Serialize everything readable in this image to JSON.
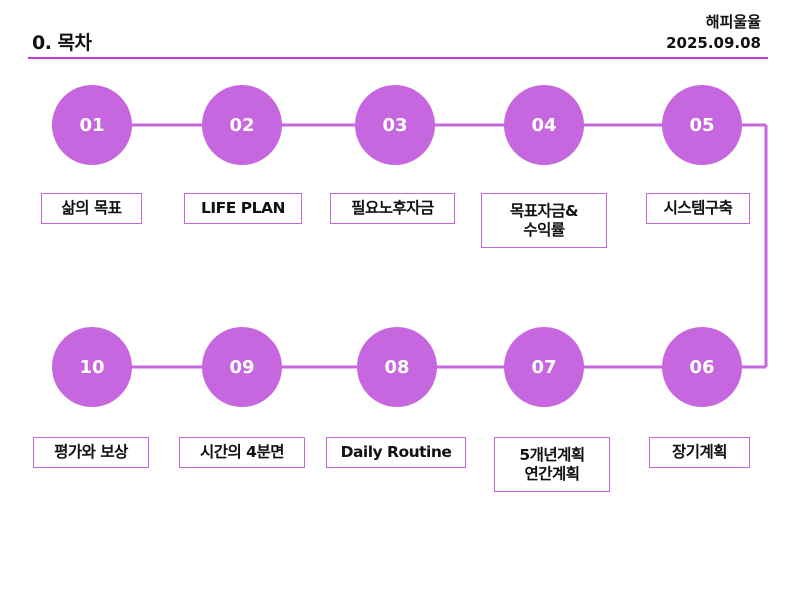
{
  "header": {
    "title": "0. 목차",
    "org": "해피울율",
    "date": "2025.09.08"
  },
  "theme": {
    "accent": "#c03ad6",
    "circle": "#c767df"
  },
  "steps": [
    {
      "number": "01",
      "label": "삶의 목표"
    },
    {
      "number": "02",
      "label": "LIFE PLAN"
    },
    {
      "number": "03",
      "label": "필요노후자금"
    },
    {
      "number": "04",
      "label": "목표자금&\n수익률"
    },
    {
      "number": "05",
      "label": "시스템구축"
    },
    {
      "number": "06",
      "label": "장기계획"
    },
    {
      "number": "07",
      "label": "5개년계획\n연간계획"
    },
    {
      "number": "08",
      "label": "Daily Routine"
    },
    {
      "number": "09",
      "label": "시간의 4분면"
    },
    {
      "number": "10",
      "label": "평가와 보상"
    }
  ]
}
